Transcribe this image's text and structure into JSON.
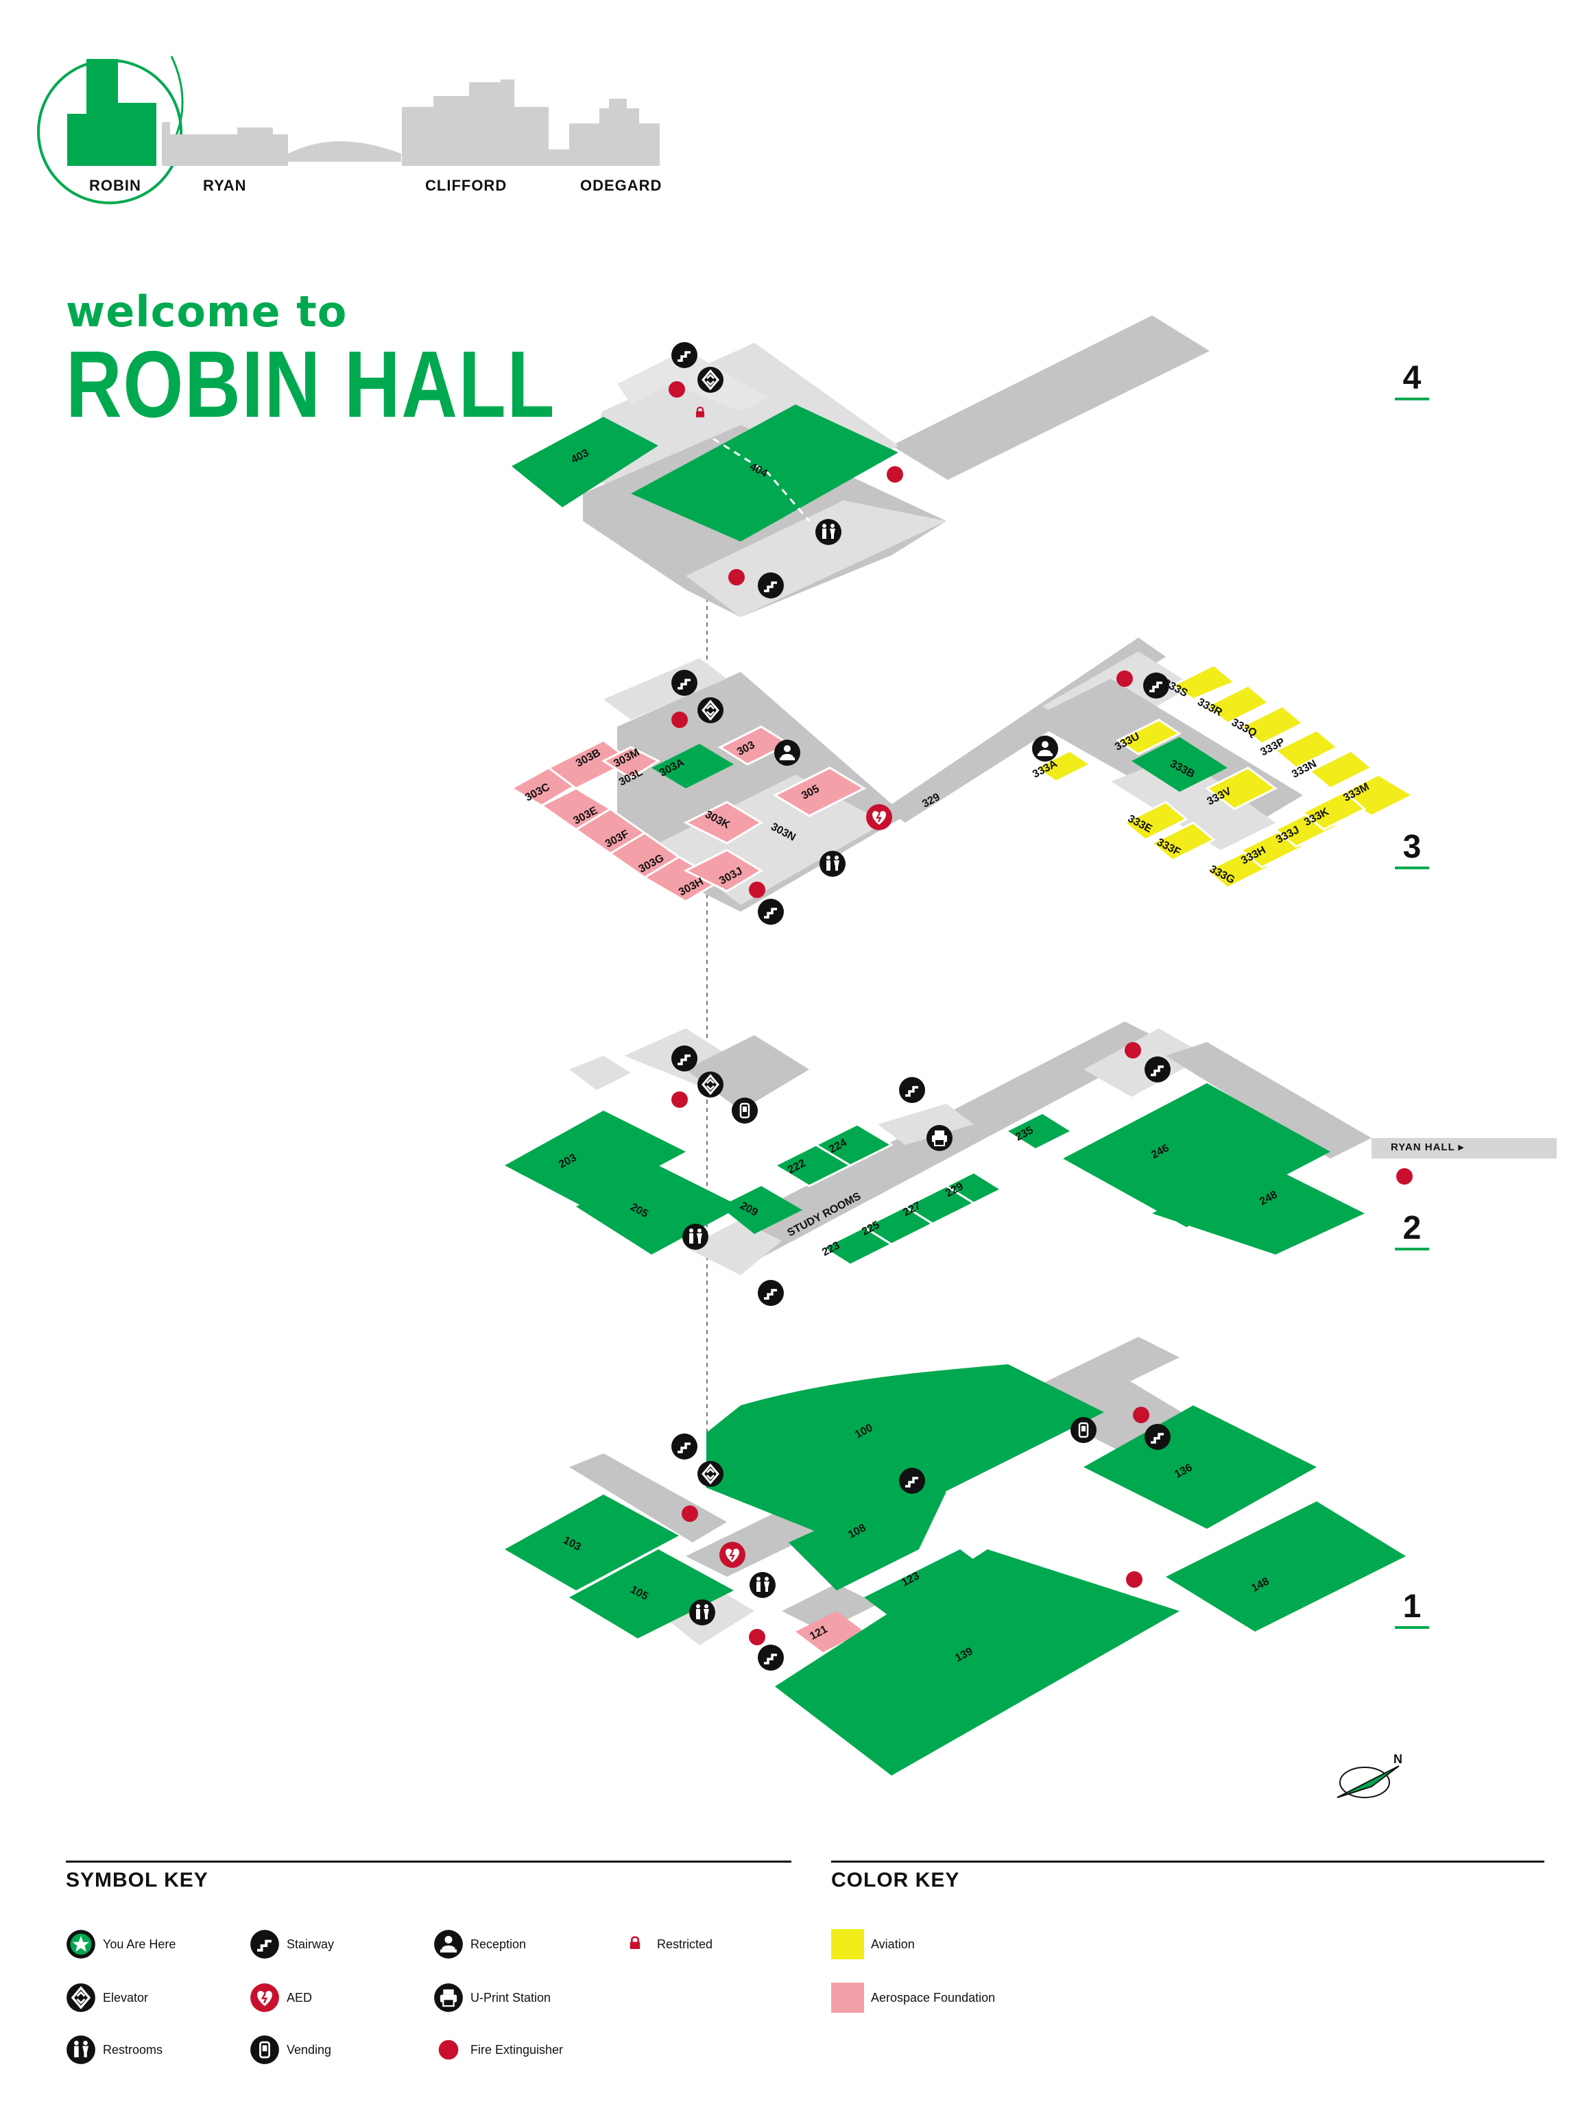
{
  "colors": {
    "green": "#00a94f",
    "gray_corridor": "#c4c4c4",
    "light_gray": "#e0e0e0",
    "aviation_yellow": "#f2ec1a",
    "aerospace_pink": "#f4a0a8",
    "fire_red": "#c8102e",
    "black": "#111111"
  },
  "skyline": {
    "buildings": [
      "ROBIN",
      "RYAN",
      "CLIFFORD",
      "ODEGARD"
    ],
    "current": "ROBIN"
  },
  "title": {
    "welcome": "welcome to",
    "main": "ROBIN HALL"
  },
  "floors": {
    "floor4": {
      "number": "4",
      "rooms": [
        "403",
        "404"
      ],
      "icons": [
        "stairway-icon",
        "elevator-icon",
        "restricted-icon",
        "restrooms-icon",
        "fire-extinguisher-icon"
      ]
    },
    "floor3": {
      "number": "3",
      "aerospace_rooms": [
        "303B",
        "303C",
        "303E",
        "303F",
        "303G",
        "303H",
        "303J",
        "303K",
        "303L",
        "303M",
        "303",
        "305"
      ],
      "green_rooms": [
        "303A"
      ],
      "plain_rooms": [
        "303N",
        "329"
      ],
      "aviation_rooms": [
        "333A",
        "333B",
        "333E",
        "333F",
        "333G",
        "333H",
        "333J",
        "333K",
        "333M",
        "333N",
        "333P",
        "333Q",
        "333R",
        "333S",
        "333U",
        "333V"
      ]
    },
    "floor2": {
      "number": "2",
      "rooms": [
        "203",
        "205",
        "209",
        "222",
        "224",
        "223",
        "225",
        "227",
        "229",
        "235",
        "246",
        "248"
      ],
      "study_rooms_label": "STUDY ROOMS",
      "connector_label": "RYAN HALL ▸"
    },
    "floor1": {
      "number": "1",
      "rooms": [
        "100",
        "103",
        "105",
        "108",
        "123",
        "136",
        "139",
        "148"
      ],
      "aerospace_rooms": [
        "121"
      ]
    }
  },
  "symbol_key": {
    "title": "SYMBOL KEY",
    "items": [
      {
        "icon": "you-are-here-icon",
        "label": "You Are Here"
      },
      {
        "icon": "elevator-icon",
        "label": "Elevator"
      },
      {
        "icon": "restrooms-icon",
        "label": "Restrooms"
      },
      {
        "icon": "stairway-icon",
        "label": "Stairway"
      },
      {
        "icon": "aed-icon",
        "label": "AED"
      },
      {
        "icon": "vending-icon",
        "label": "Vending"
      },
      {
        "icon": "reception-icon",
        "label": "Reception"
      },
      {
        "icon": "u-print-icon",
        "label": "U-Print Station"
      },
      {
        "icon": "fire-extinguisher-icon",
        "label": "Fire Extinguisher"
      },
      {
        "icon": "restricted-icon",
        "label": "Restricted"
      }
    ]
  },
  "color_key": {
    "title": "COLOR KEY",
    "items": [
      {
        "label": "Aviation",
        "color": "#f2ec1a"
      },
      {
        "label": "Aerospace Foundation",
        "color": "#f4a0a8"
      }
    ]
  }
}
